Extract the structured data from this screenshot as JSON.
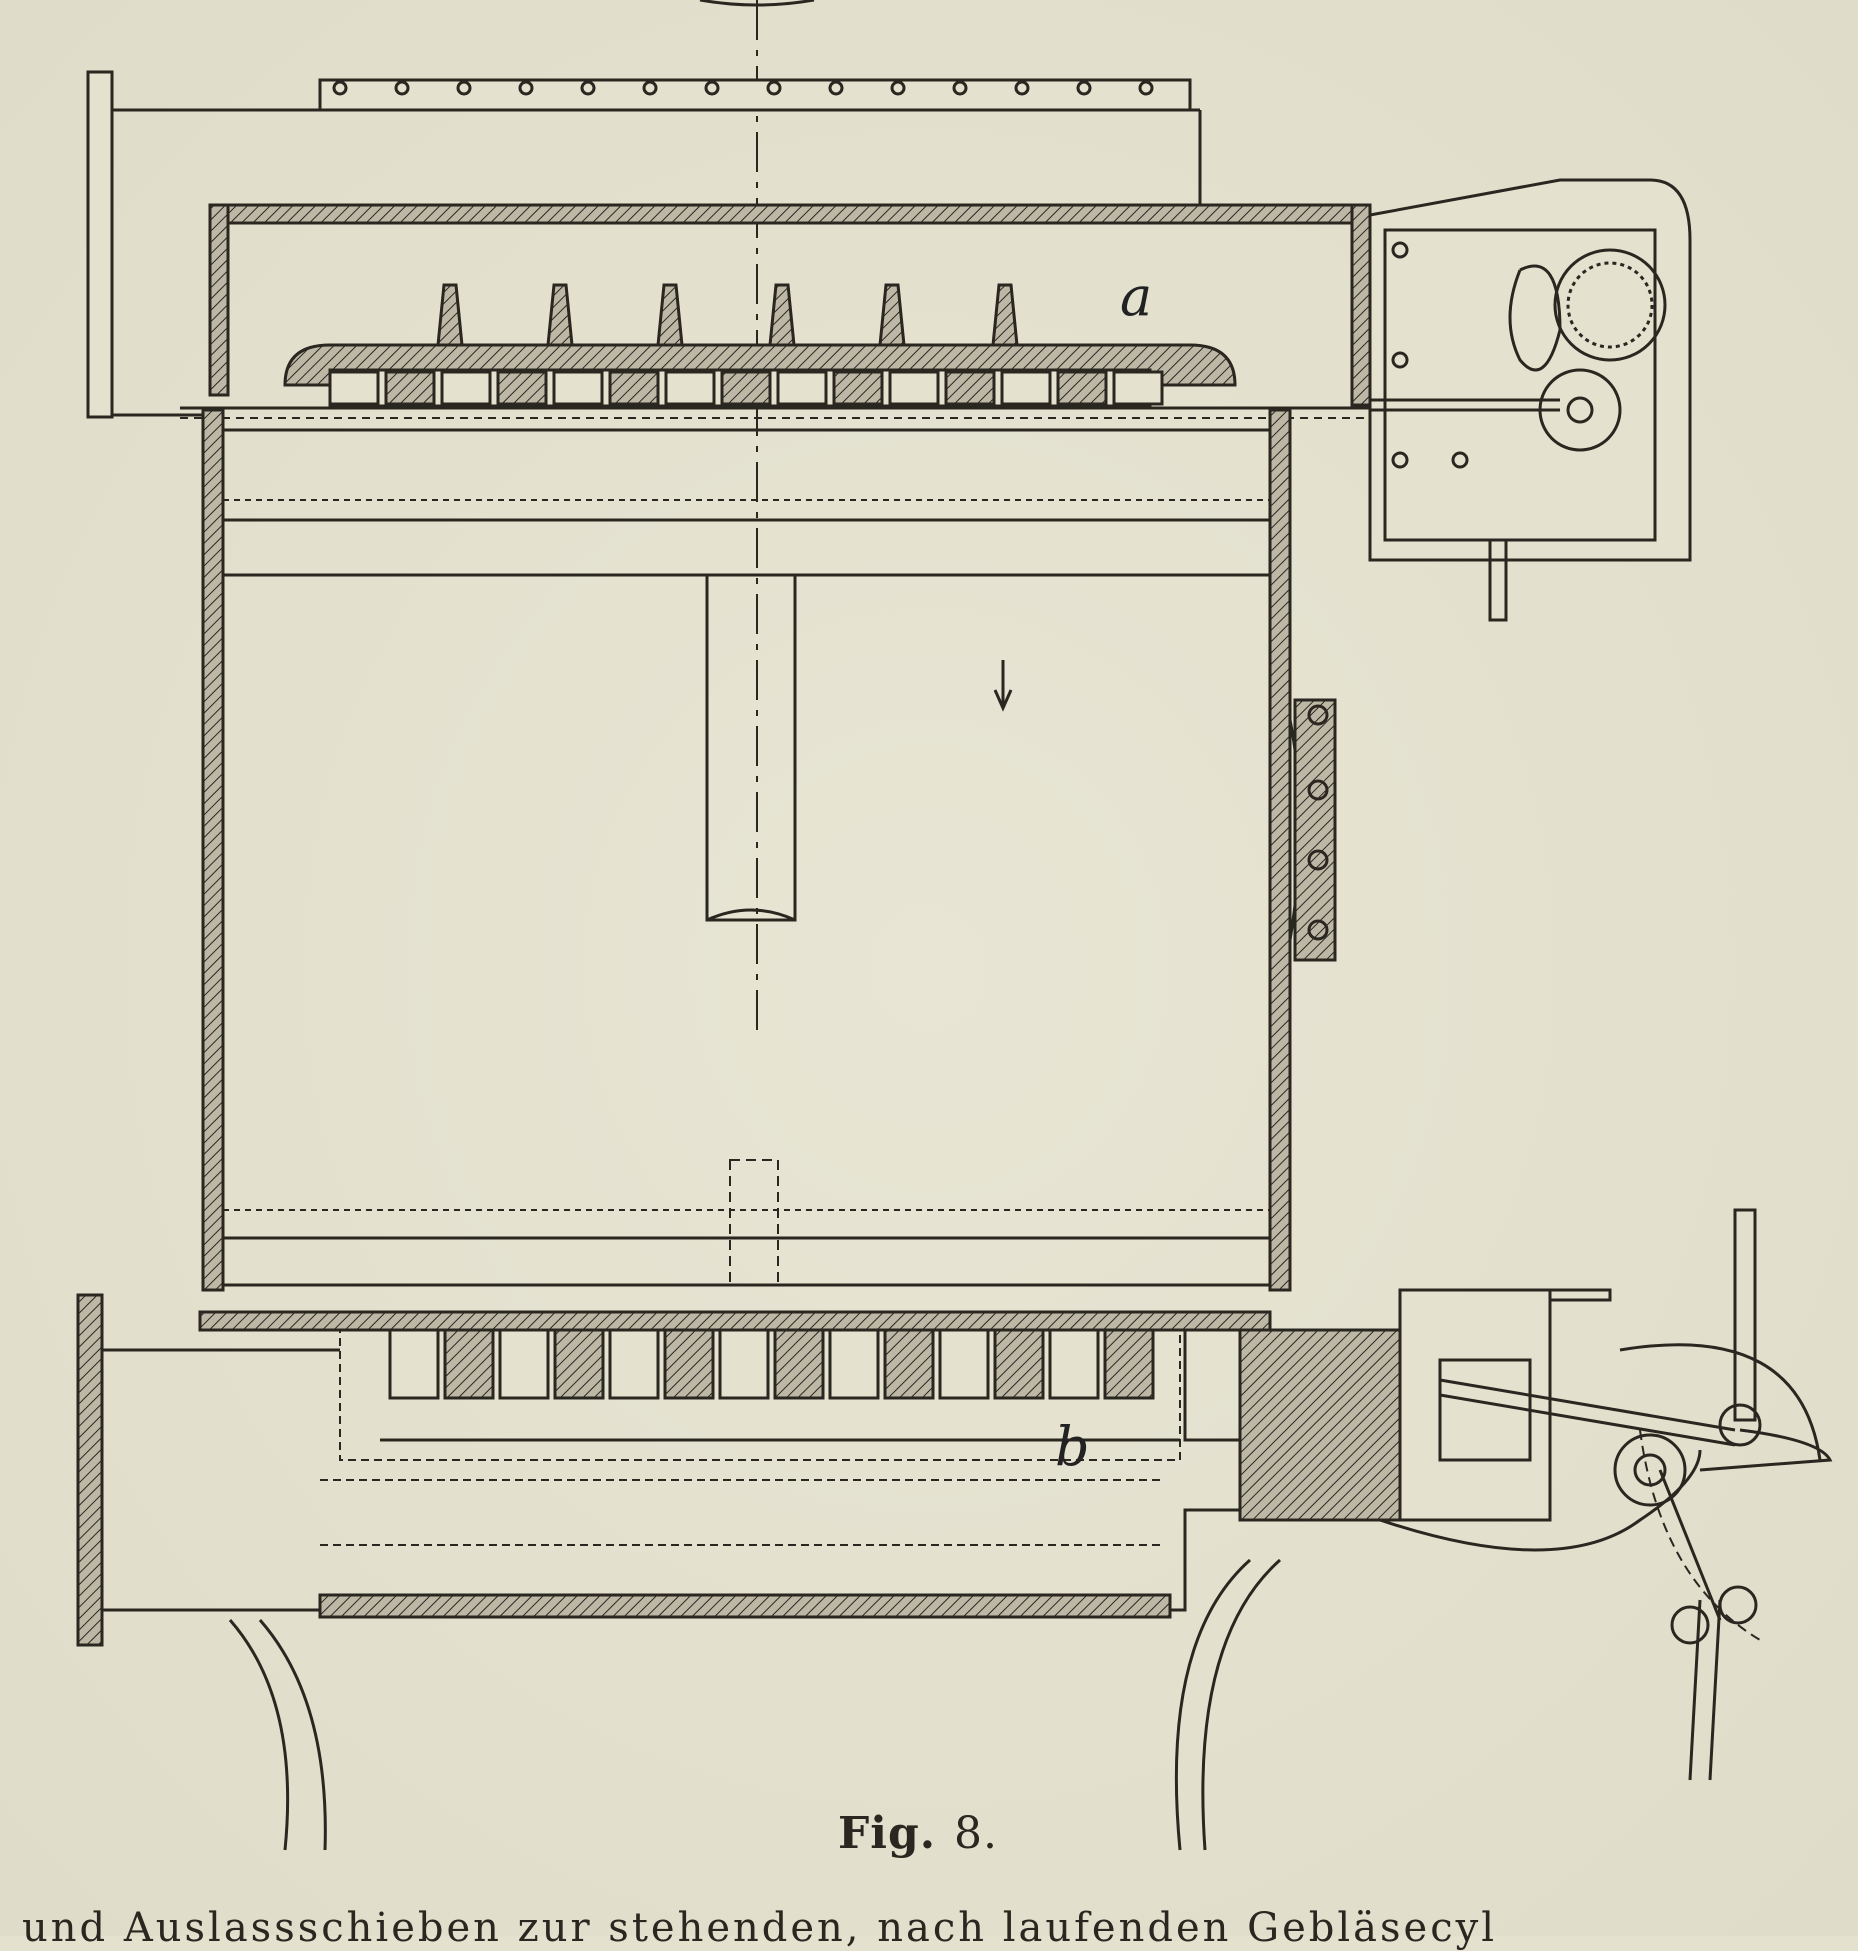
{
  "figure": {
    "caption_label": "Fig.",
    "caption_number": "8.",
    "part_labels": {
      "upper_valve": "a",
      "lower_valve": "b"
    }
  },
  "body_text": {
    "bottom_line": "und Auslassschieben zur stehenden, nach laufenden Gebläsecyl"
  },
  "colors": {
    "paper": "#e4e1cf",
    "ink": "#2a2620"
  }
}
